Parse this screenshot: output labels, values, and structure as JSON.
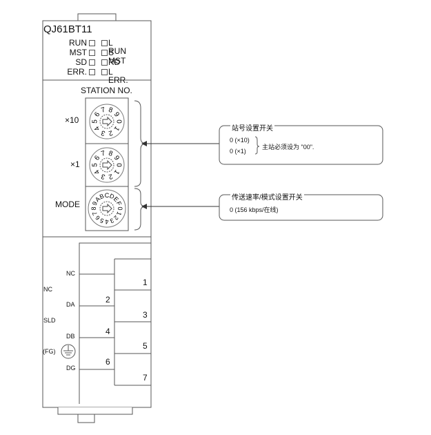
{
  "module": {
    "model": "QJ61BT11",
    "leds": [
      {
        "left": "RUN",
        "right": "L RUN"
      },
      {
        "left": "MST",
        "right": "S MST"
      },
      {
        "left": "SD",
        "right": "RD"
      },
      {
        "left": "ERR.",
        "right": "L ERR."
      }
    ],
    "station_label": "STATION NO.",
    "x10_label": "×10",
    "x1_label": "×1",
    "mode_label": "MODE",
    "dial_digits": [
      "0",
      "1",
      "2",
      "3",
      "4",
      "5",
      "6",
      "7",
      "8",
      "9"
    ],
    "mode_digits": [
      "0",
      "1",
      "2",
      "3",
      "4",
      "5",
      "6",
      "7",
      "8",
      "9",
      "A",
      "B",
      "C",
      "D",
      "E",
      "F"
    ]
  },
  "terminals": {
    "labels": [
      "NC",
      "NC",
      "DA",
      "SLD",
      "DB",
      "(FG)",
      "DG"
    ],
    "numbers": [
      "1",
      "2",
      "3",
      "4",
      "5",
      "6",
      "7"
    ]
  },
  "callouts": {
    "station": {
      "title": "站号设置开关",
      "line1": "0 (×10)",
      "line2": "0 (×1)",
      "note": "主站必须设为 \"00\"."
    },
    "mode": {
      "title": "传送速率/模式设置开关",
      "line1": "0 (156 kbps/在线)"
    }
  }
}
